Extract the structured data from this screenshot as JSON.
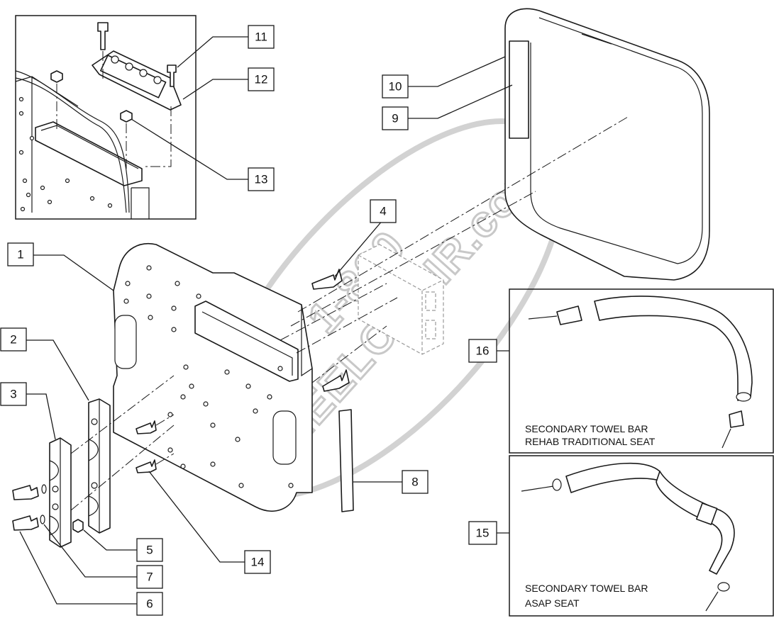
{
  "watermark": {
    "line1": "1-800",
    "line2": "WHEELCHAIR.com"
  },
  "callouts": [
    {
      "id": "1",
      "label": "1"
    },
    {
      "id": "2",
      "label": "2"
    },
    {
      "id": "3",
      "label": "3"
    },
    {
      "id": "4",
      "label": "4"
    },
    {
      "id": "5",
      "label": "5"
    },
    {
      "id": "6",
      "label": "6"
    },
    {
      "id": "7",
      "label": "7"
    },
    {
      "id": "8",
      "label": "8"
    },
    {
      "id": "9",
      "label": "9"
    },
    {
      "id": "10",
      "label": "10"
    },
    {
      "id": "11",
      "label": "11"
    },
    {
      "id": "12",
      "label": "12"
    },
    {
      "id": "13",
      "label": "13"
    },
    {
      "id": "14",
      "label": "14"
    },
    {
      "id": "15",
      "label": "15"
    },
    {
      "id": "16",
      "label": "16"
    }
  ],
  "insets": {
    "rehab": {
      "line1": "SECONDARY TOWEL BAR",
      "line2": "REHAB TRADITIONAL SEAT"
    },
    "asap": {
      "line1": "SECONDARY TOWEL BAR",
      "line2": "ASAP SEAT"
    }
  }
}
